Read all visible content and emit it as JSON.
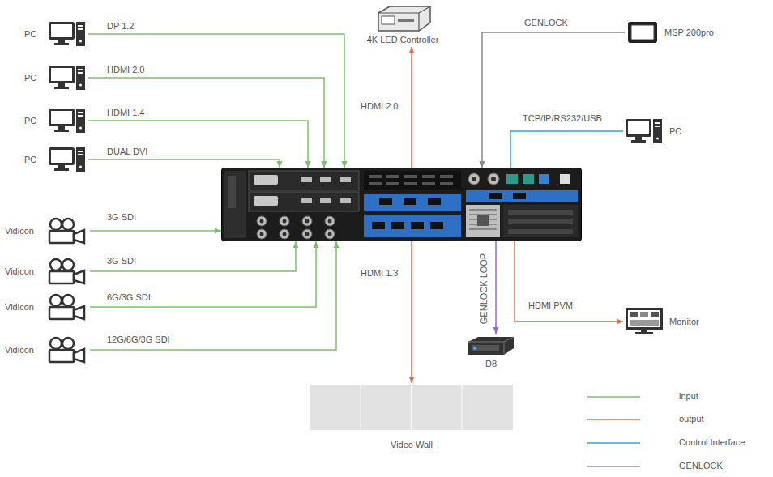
{
  "diagram": {
    "nodes": [
      {
        "text": [
          "PC"
        ]
      },
      {
        "text": [
          "PC"
        ]
      },
      {
        "text": [
          "PC"
        ]
      },
      {
        "text": [
          "PC"
        ]
      },
      {
        "text": [
          "Vidicon"
        ]
      },
      {
        "text": [
          "Vidicon"
        ]
      },
      {
        "text": [
          "Vidicon"
        ]
      },
      {
        "text": [
          "Vidicon"
        ]
      },
      {
        "text": []
      },
      {
        "text": [
          "4K LED Controller"
        ]
      },
      {
        "text": [
          "MSP 200pro"
        ]
      },
      {
        "text": [
          "PC"
        ]
      },
      {
        "text": [
          "Monitor"
        ]
      },
      {
        "text": [
          "D8"
        ]
      },
      {
        "text": [
          "Video Wall"
        ]
      }
    ],
    "edges": [
      {
        "from": 0,
        "to": 8,
        "label": "DP 1.2",
        "arrow": "to"
      },
      {
        "from": 1,
        "to": 8,
        "label": "HDMI 2.0",
        "arrow": "to"
      },
      {
        "from": 2,
        "to": 8,
        "label": "HDMI 1.4",
        "arrow": "to"
      },
      {
        "from": 3,
        "to": 8,
        "label": "DUAL DVI",
        "arrow": "to"
      },
      {
        "from": 4,
        "to": 8,
        "label": "3G SDI",
        "arrow": "to"
      },
      {
        "from": 5,
        "to": 8,
        "label": "3G SDI",
        "arrow": "to"
      },
      {
        "from": 6,
        "to": 8,
        "label": "6G/3G SDI",
        "arrow": "to"
      },
      {
        "from": 7,
        "to": 8,
        "label": "12G/6G/3G SDI",
        "arrow": "to"
      },
      {
        "from": 8,
        "to": 9,
        "label": "HDMI 2.0",
        "arrow": "to"
      },
      {
        "from": 8,
        "to": 14,
        "label": "HDMI 1.3",
        "arrow": "to"
      },
      {
        "from": 10,
        "to": 8,
        "label": "GENLOCK",
        "arrow": "to"
      },
      {
        "from": 11,
        "to": 8,
        "label": "TCP/IP/RS232/USB",
        "arrow": "none"
      },
      {
        "from": 8,
        "to": 13,
        "label": "GENLOCK LOOP",
        "arrow": "to"
      },
      {
        "from": 8,
        "to": 12,
        "label": "HDMI PVM",
        "arrow": "to"
      }
    ],
    "legend": [
      {
        "text": "input"
      },
      {
        "text": "output"
      },
      {
        "text": "Control Interface"
      },
      {
        "text": "GENLOCK"
      }
    ]
  }
}
